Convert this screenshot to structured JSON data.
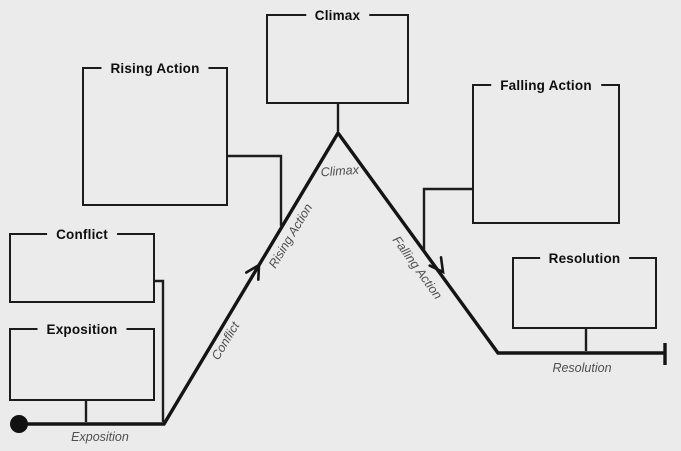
{
  "colors": {
    "background": "#ebebeb",
    "line": "#141414",
    "box_border": "#1c1c1c",
    "box_label_text": "#0e0e0e",
    "path_label_text": "#4f4f4f"
  },
  "boxes": {
    "climax": "Climax",
    "rising_action": "Rising Action",
    "falling_action": "Falling Action",
    "conflict": "Conflict",
    "exposition": "Exposition",
    "resolution": "Resolution"
  },
  "path_labels": {
    "exposition": "Exposition",
    "conflict": "Conflict",
    "rising_action": "Rising Action",
    "climax": "Climax",
    "falling_action": "Falling Action",
    "resolution": "Resolution"
  },
  "icons": {
    "start_dot": "story-start-dot",
    "end_bar": "story-end-terminator",
    "rising_arrow": "arrow-up-right",
    "falling_arrow": "arrow-down-right"
  }
}
